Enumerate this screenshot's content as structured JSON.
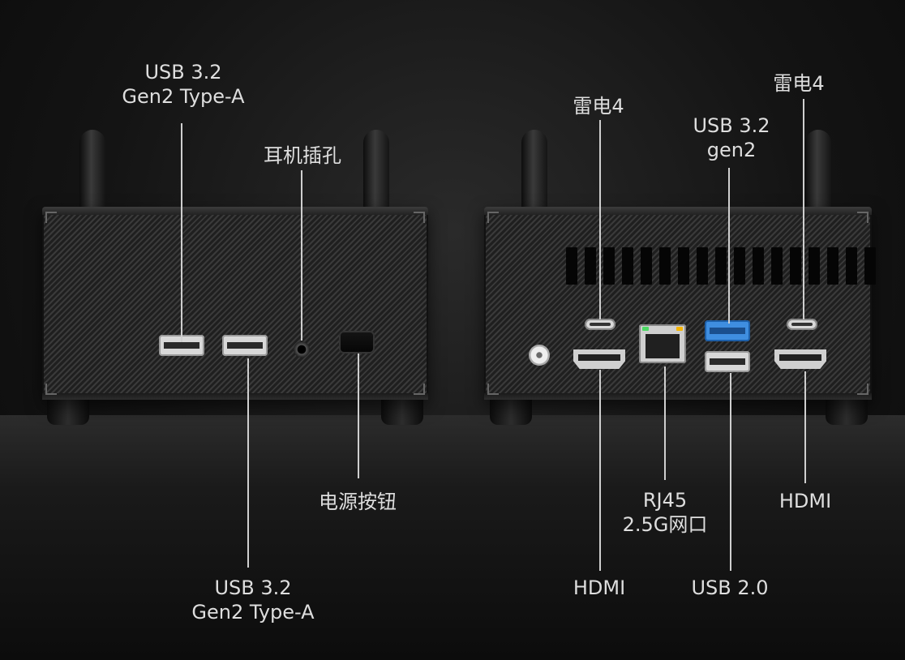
{
  "front": {
    "usb_a_left_top": {
      "line1": "USB 3.2",
      "line2": "Gen2 Type-A"
    },
    "headphone_jack": "耳机插孔",
    "power_button": "电源按钮",
    "usb_a_bottom": {
      "line1": "USB 3.2",
      "line2": "Gen2 Type-A"
    }
  },
  "rear": {
    "thunderbolt_left": "雷电4",
    "thunderbolt_right": "雷电4",
    "usb32_gen2": {
      "line1": "USB 3.2",
      "line2": "gen2"
    },
    "rj45": {
      "line1": "RJ45",
      "line2": "2.5G网口"
    },
    "hdmi_right": "HDMI",
    "hdmi_left": "HDMI",
    "usb20": "USB 2.0"
  },
  "colors": {
    "background": "#141414",
    "label_text": "#dedede",
    "leader_line": "#cfcfcf",
    "usb3_port": "#3f8ee0",
    "antenna_joint": "#d4af62",
    "rj45_led_green": "#4cd964",
    "rj45_led_amber": "#f5b400"
  }
}
